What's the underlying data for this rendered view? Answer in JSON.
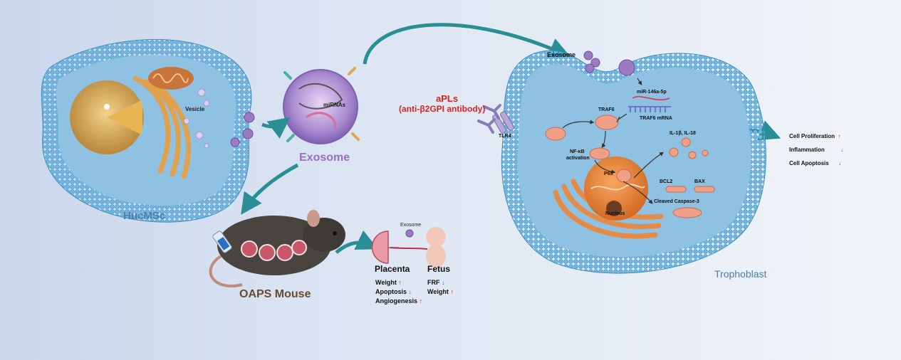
{
  "labels": {
    "vesicle": "Vesicle",
    "mirnas": "miRNAs",
    "exosome_main": "Exosome",
    "hucmsc": "HucMSc",
    "oaps_mouse": "OAPS Mouse",
    "exosome_small": "Exosome",
    "placenta": "Placenta",
    "fetus": "Fetus",
    "exosome_top": "Exosome",
    "apls": "aPLs",
    "apls_sub": "(anti-β2GPI antibody)",
    "tlr4": "TLR4",
    "traf6": "TRAF6",
    "mir": "miR-146a-5p",
    "traf6_mrna": "TRAF6 mRNA",
    "nfkb": "NF-κB",
    "activation": "activation",
    "p65": "P65",
    "il": "IL-1β, IL-18",
    "bcl2": "BCL2",
    "bax": "BAX",
    "cleaved": "Cleaved Caspase-3",
    "nucleus": "Nucleus",
    "trophoblast": "Trophoblast"
  },
  "placenta_outcomes": [
    {
      "label": "Weight",
      "dir": "up"
    },
    {
      "label": "Apoptosis",
      "dir": "down"
    },
    {
      "label": "Angiogenesis",
      "dir": "up"
    }
  ],
  "fetus_outcomes": [
    {
      "label": "FRF",
      "dir": "down"
    },
    {
      "label": "Weight",
      "dir": "up"
    }
  ],
  "cell_outcomes": [
    {
      "label": "Cell Proliferation",
      "dir": "up"
    },
    {
      "label": "Inflammation",
      "dir": "down"
    },
    {
      "label": "Cell Apoptosis",
      "dir": "down"
    }
  ],
  "colors": {
    "membrane": "#5aa9d8",
    "cytoplasm": "#8fc1e3",
    "teal_arrow": "#2a8f94",
    "exosome_purple": "#9a7cc4",
    "golgi_orange": "#e58b45",
    "red_text": "#e02020",
    "blue_text": "#1f7bd0",
    "label_blue": "#4a7fb0",
    "mouse_brown": "#6b4a2e"
  },
  "icons": {
    "up": "↑",
    "down": "↓"
  }
}
